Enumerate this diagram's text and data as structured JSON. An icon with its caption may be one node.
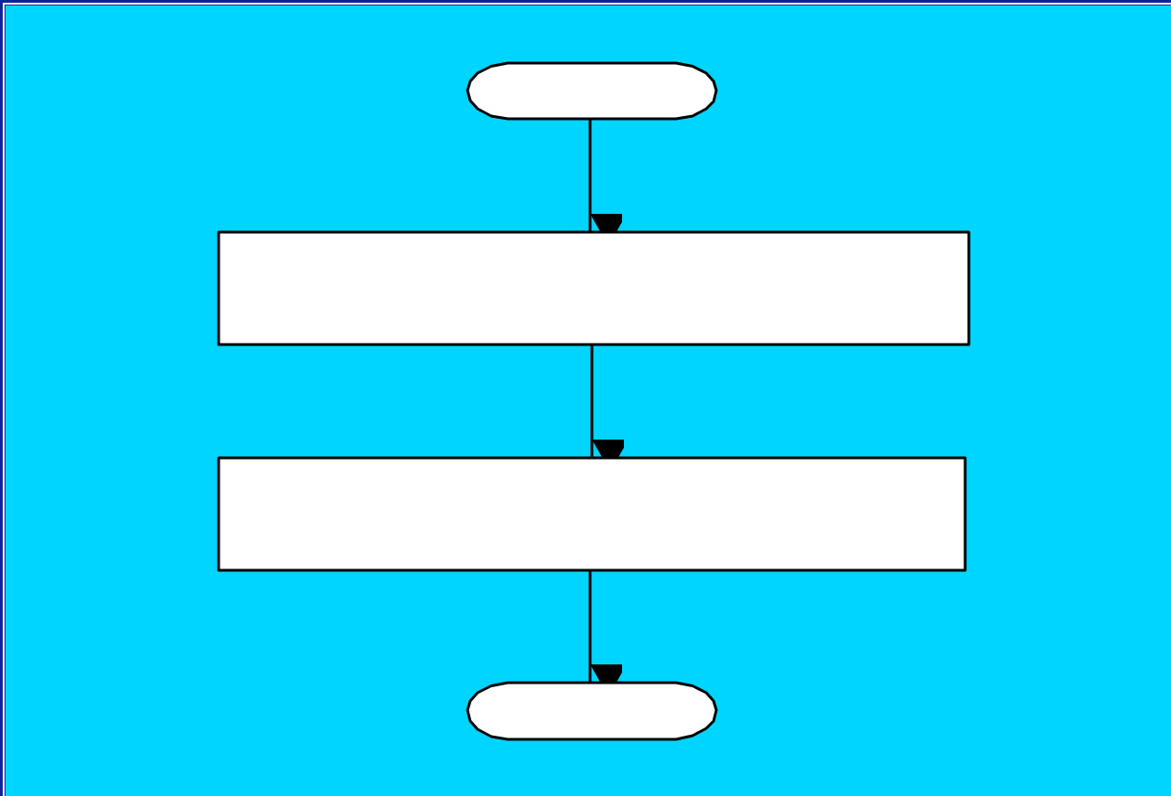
{
  "diagram": {
    "nodes": [
      {
        "text": [],
        "shape": "stadium"
      },
      {
        "text": [],
        "shape": "box"
      },
      {
        "text": [],
        "shape": "box"
      },
      {
        "text": [],
        "shape": "stadium"
      }
    ],
    "edges": [
      {
        "from": 0,
        "to": 1,
        "arrow": "to"
      },
      {
        "from": 1,
        "to": 2,
        "arrow": "to"
      },
      {
        "from": 2,
        "to": 3,
        "arrow": "to"
      }
    ]
  }
}
